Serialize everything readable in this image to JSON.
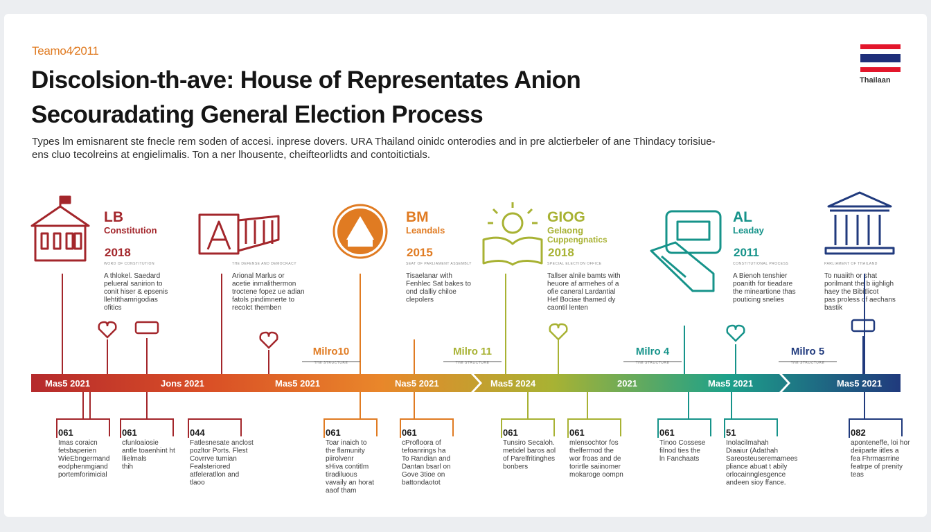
{
  "header": {
    "brand": "Teamo4⁄2011",
    "title_line1": "Discolsion-th-ave: House of Representates Anion",
    "title_line2": "Secouradating General Election Process",
    "subtitle_line1": "Types lm emisnarent ste fnecle rem soden of accesi. inprese dovers. URA Thailand oinidc onterodies and in pre alctierbeler of ane Thindacy torisiue-",
    "subtitle_line2": "ens cluo tecolreins at engielimalis. Ton a ner lhousente, cheifteorlidts and contoitictials."
  },
  "flag": {
    "label": "Thailaan",
    "colors": [
      "#e3162b",
      "#ffffff",
      "#1f2f7a",
      "#ffffff",
      "#e3162b"
    ]
  },
  "colors": {
    "red": "#a3262b",
    "orange": "#e07b22",
    "olive": "#a8b233",
    "teal": "#16938a",
    "navy": "#203a7d",
    "gradient": [
      "#b52a2c",
      "#d94e26",
      "#e9862a",
      "#a8b233",
      "#1da18a",
      "#203a7d"
    ]
  },
  "milestones": [
    {
      "code": "LB",
      "title": "Constitution",
      "year": "2018",
      "tagline": "WORD OF CONSTITUTION",
      "desc": [
        "A thlokel. Saedard",
        "pelueral sanirion to",
        "conit hiser & epsenis",
        "llehtithamrigodias",
        "ofitics"
      ],
      "color": "#a3262b",
      "icon": "building-icon"
    },
    {
      "code": "",
      "title": "",
      "year": "",
      "tagline": "THE DEFENSE AND DEMOCRACY",
      "desc": [
        "Arional Marlus or",
        "acetie inmalithermon",
        "troctene fopez ue adian",
        "fatols pindimnerte to",
        "recolct themben"
      ],
      "color": "#a3262b",
      "icon": "ballot-letter-icon"
    },
    {
      "code": "BM",
      "title": "Leandals",
      "year": "2015",
      "tagline": "SEAT OF PARLIAMENT ASSEMBLY",
      "desc": [
        "Tisaelanar with",
        "Fenhlec Sat bakes to",
        "ond clalliy chiloe",
        "clepolers"
      ],
      "color": "#e07b22",
      "icon": "parliament-seal-icon"
    },
    {
      "code": "GIOG",
      "title": "Gelaong",
      "title2": "Cuppengnatics",
      "year": "2018",
      "tagline": "SPECIAL ELECTION OFFICE",
      "desc": [
        "Tallser alnile bamts with",
        "heuore af armehes of a",
        "ofie caneral Lardantial",
        "Hef Bociae thamed dy",
        "caontil lenten"
      ],
      "color": "#a8b233",
      "icon": "book-lamp-icon"
    },
    {
      "code": "AL",
      "title": "Leaday",
      "year": "2011",
      "tagline": "CONSTITUTIONAL PROCESS",
      "desc": [
        "A Bienoh tenshier",
        "poanith for tieadare",
        "the mineartione thas",
        "pouticing snelies"
      ],
      "color": "#16938a",
      "icon": "voting-hand-icon"
    },
    {
      "code": "",
      "title": "",
      "year": "",
      "tagline": "PARLIAMENT OF THAILAND",
      "desc": [
        "To nuaiith or shat",
        "porilmant the b iighligh",
        "haey the Bibitlicot",
        "pas proless of aechans",
        "bastik"
      ],
      "color": "#203a7d",
      "icon": "pillared-building-icon"
    }
  ],
  "markers": [
    {
      "label": "Milro10",
      "sub": "THE STRUCTURE",
      "color": "#e07b22"
    },
    {
      "label": "Milro 11",
      "sub": "THE STRUCTURE",
      "color": "#a8b233"
    },
    {
      "label": "Milro 4",
      "sub": "THE STRUCTURE",
      "color": "#16938a"
    },
    {
      "label": "Milro 5",
      "sub": "THE STRUCTURE",
      "color": "#203a7d"
    }
  ],
  "bar_labels": [
    "Mas5 2021",
    "Jons 2021",
    "Mas5 2021",
    "Nas5 2021",
    "Mas5 2024",
    "2021",
    "Mas5 2021",
    "Mas5 2021"
  ],
  "cards": [
    {
      "code": "061",
      "lines": [
        "Imas coraicn",
        "fetsbaperien",
        "WieEbngermand",
        "eodphenmgiand",
        "portemforimicial"
      ],
      "color": "#a3262b"
    },
    {
      "code": "061",
      "lines": [
        "cfunloaiosie",
        "antle toaenhint ht",
        "llielmals",
        "thih"
      ],
      "color": "#a3262b"
    },
    {
      "code": "044",
      "lines": [
        "Fatlesnesate anclost",
        "pozltor Ports. Flest",
        "Covrrve tumian",
        "Fealsteriored",
        "atfeleratllon and",
        "tlaoo"
      ],
      "color": "#a3262b"
    },
    {
      "code": "061",
      "lines": [
        "Toar inaich to",
        "the flamunity",
        "piirolvenr",
        "sHiva contitlm",
        "tiradiluous",
        "vavaily an horat",
        "aaof tham"
      ],
      "color": "#e07b22"
    },
    {
      "code": "061",
      "lines": [
        "cProfloora of",
        "tefoanrings ha",
        "To Randian and",
        "Dantan bsarl on",
        "Gove 3tioe on",
        "battondaotot"
      ],
      "color": "#e07b22"
    },
    {
      "code": "061",
      "lines": [
        "Tunsiro Secaloh.",
        "metidel baros aol",
        "of Parelfritinghes",
        "bonbers"
      ],
      "color": "#a8b233"
    },
    {
      "code": "061",
      "lines": [
        "mlensochtor fos",
        "thelfermod the",
        "wor froas and de",
        "torirtle saiinomer",
        "mokaroge oompn"
      ],
      "color": "#a8b233"
    },
    {
      "code": "061",
      "lines": [
        "Tinoo Cossese",
        "filnod ties the",
        "ln Fanchaats"
      ],
      "color": "#16938a"
    },
    {
      "code": "51",
      "lines": [
        "Inolacilmahah",
        "Diaaiur (Adathah",
        "Sareosteuseremamees",
        "pliance abuat t abily",
        "orlocainnglesgence",
        "andeen sioy ffance."
      ],
      "color": "#16938a"
    },
    {
      "code": "082",
      "lines": [
        "aponteneffe, loi hor",
        "deiiparte iitles a",
        "fea Fhrmasrrine",
        "featrpe of prenity",
        "teas"
      ],
      "color": "#203a7d"
    }
  ]
}
